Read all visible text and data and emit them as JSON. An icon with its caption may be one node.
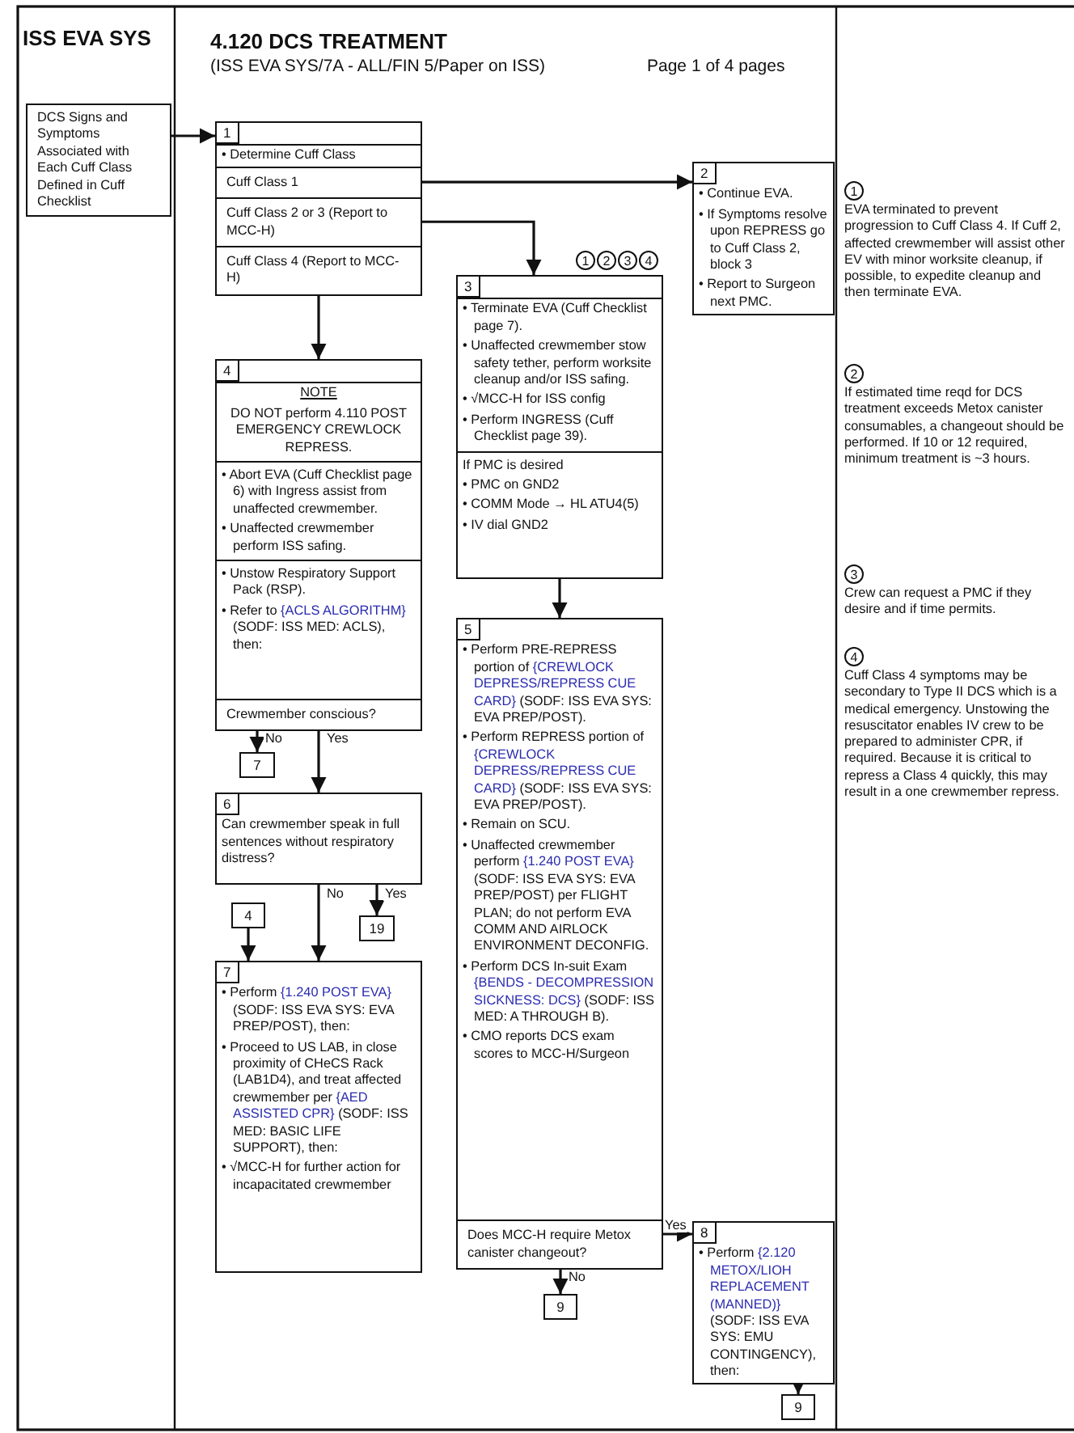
{
  "diagram": {
    "title": "4.120  DCS TREATMENT",
    "nodes": [
      {
        "text": [
          "DCS Signs and Symptoms Associated with Each Cuff Class Defined in Cuff Checklist"
        ]
      },
      {
        "text": [
          "1",
          "• Determine Cuff Class"
        ]
      },
      {
        "text": [
          "Cuff Class 1"
        ],
        "in": 1
      },
      {
        "text": [
          "Cuff Class 2 or 3 (Report to MCC-H)"
        ],
        "in": 1
      },
      {
        "text": [
          "Cuff Class 4 (Report to MCC-H)"
        ],
        "in": 1
      },
      {
        "text": [
          "2",
          "• Continue EVA.",
          "• If Symptoms resolve upon REPRESS go to Cuff Class 2, block 3",
          "• Report to Surgeon next PMC."
        ]
      },
      {
        "text": [
          "3",
          "• Terminate EVA (Cuff Checklist page 7).",
          "• Unaffected crewmember stow safety tether, perform worksite cleanup and/or ISS safing.",
          "• √MCC-H for ISS config",
          "• Perform INGRESS (Cuff Checklist page 39).",
          "If PMC is desired",
          "• PMC on GND2",
          "• COMM Mode → HL ATU4(5)",
          "• IV dial GND2"
        ],
        "beside": [
          "1",
          "2",
          "3",
          "4"
        ]
      },
      {
        "text": [
          "4",
          "NOTE",
          "DO NOT perform 4.110 POST EMERGENCY CREWLOCK REPRESS.",
          "• Abort EVA (Cuff Checklist page 6) with Ingress assist from unaffected crewmember.",
          "• Unaffected crewmember perform ISS safing.",
          "• Unstow Respiratory Support Pack (RSP).",
          "• Refer to {ACLS ALGORITHM} (SODF: ISS MED: ACLS), then:"
        ]
      },
      {
        "text": [
          "Crewmember conscious?"
        ],
        "in": 7
      },
      {
        "text": [
          "7"
        ]
      },
      {
        "text": [
          "6",
          "Can crewmember speak in full sentences without respiratory distress?"
        ]
      },
      {
        "text": [
          "4"
        ]
      },
      {
        "text": [
          "19"
        ]
      },
      {
        "text": [
          "7",
          "• Perform {1.240  POST EVA} (SODF: ISS EVA SYS: EVA PREP/POST), then:",
          "• Proceed to US LAB, in close proximity of CHeCS Rack (LAB1D4), and treat affected crewmember per {AED ASSISTED CPR} (SODF: ISS MED: BASIC LIFE SUPPORT), then:",
          "• √MCC-H for further action for incapacitated crewmember"
        ]
      },
      {
        "text": [
          "5",
          "• Perform PRE-REPRESS portion of {CREWLOCK DEPRESS/REPRESS CUE CARD} (SODF: ISS EVA SYS: EVA PREP/POST).",
          "• Perform REPRESS portion of {CREWLOCK DEPRESS/REPRESS CUE CARD} (SODF: ISS EVA SYS: EVA PREP/POST).",
          "• Remain on SCU.",
          "• Unaffected crewmember perform {1.240  POST EVA} (SODF: ISS EVA SYS: EVA PREP/POST) per FLIGHT PLAN; do not perform EVA COMM AND AIRLOCK ENVIRONMENT DECONFIG.",
          "• Perform DCS In-suit Exam {BENDS - DECOMPRESSION SICKNESS: DCS} (SODF: ISS MED: A THROUGH B).",
          "• CMO reports DCS exam scores to MCC-H/Surgeon"
        ]
      },
      {
        "text": [
          "Does MCC-H require Metox canister changeout?"
        ],
        "in": 14
      },
      {
        "text": [
          "9"
        ]
      },
      {
        "text": [
          "8",
          "• Perform {2.120 METOX/LIOH REPLACEMENT (MANNED)} (SODF: ISS EVA SYS: EMU CONTINGENCY), then:"
        ]
      },
      {
        "text": [
          "9"
        ]
      }
    ],
    "edges": [
      {
        "from": 0,
        "to": 1,
        "arrow": "to"
      },
      {
        "from": 2,
        "to": 5,
        "arrow": "to"
      },
      {
        "from": 3,
        "to": 6,
        "arrow": "to"
      },
      {
        "from": 4,
        "to": 7,
        "arrow": "to"
      },
      {
        "from": 8,
        "to": 9,
        "arrow": "to",
        "label": "No"
      },
      {
        "from": 8,
        "to": 10,
        "arrow": "to",
        "label": "Yes"
      },
      {
        "from": 10,
        "to": 13,
        "arrow": "to",
        "label": "No"
      },
      {
        "from": 10,
        "to": 12,
        "arrow": "to",
        "label": "Yes"
      },
      {
        "from": 11,
        "to": 13,
        "arrow": "to"
      },
      {
        "from": 6,
        "to": 14,
        "arrow": "to"
      },
      {
        "from": 15,
        "to": 17,
        "arrow": "to",
        "label": "Yes"
      },
      {
        "from": 15,
        "to": 16,
        "arrow": "to",
        "label": "No"
      },
      {
        "from": 17,
        "to": 18,
        "arrow": "to"
      }
    ],
    "labels": [
      "ISS EVA SYS",
      "(ISS EVA SYS/7A - ALL/FIN 5/Paper on ISS)",
      "Page 1 of 4 pages",
      "1",
      "EVA terminated to prevent progression to Cuff Class 4.  If Cuff 2, affected crewmember will assist other EV with minor worksite cleanup, if possible, to expedite cleanup and then terminate EVA.",
      "2",
      "If estimated time reqd for DCS treatment exceeds Metox canister consumables, a changeout should be performed. If 10 or 12 required, minimum treatment is ~3 hours.",
      "3",
      "Crew can request a PMC if they desire and if time permits.",
      "4",
      "Cuff Class 4 symptoms may be secondary to Type II DCS which is a medical emergency. Unstowing the resuscitator enables IV crew to be prepared to administer CPR, if required. Because it is critical to repress a Class 4 quickly, this may result in a one crewmember repress."
    ]
  }
}
